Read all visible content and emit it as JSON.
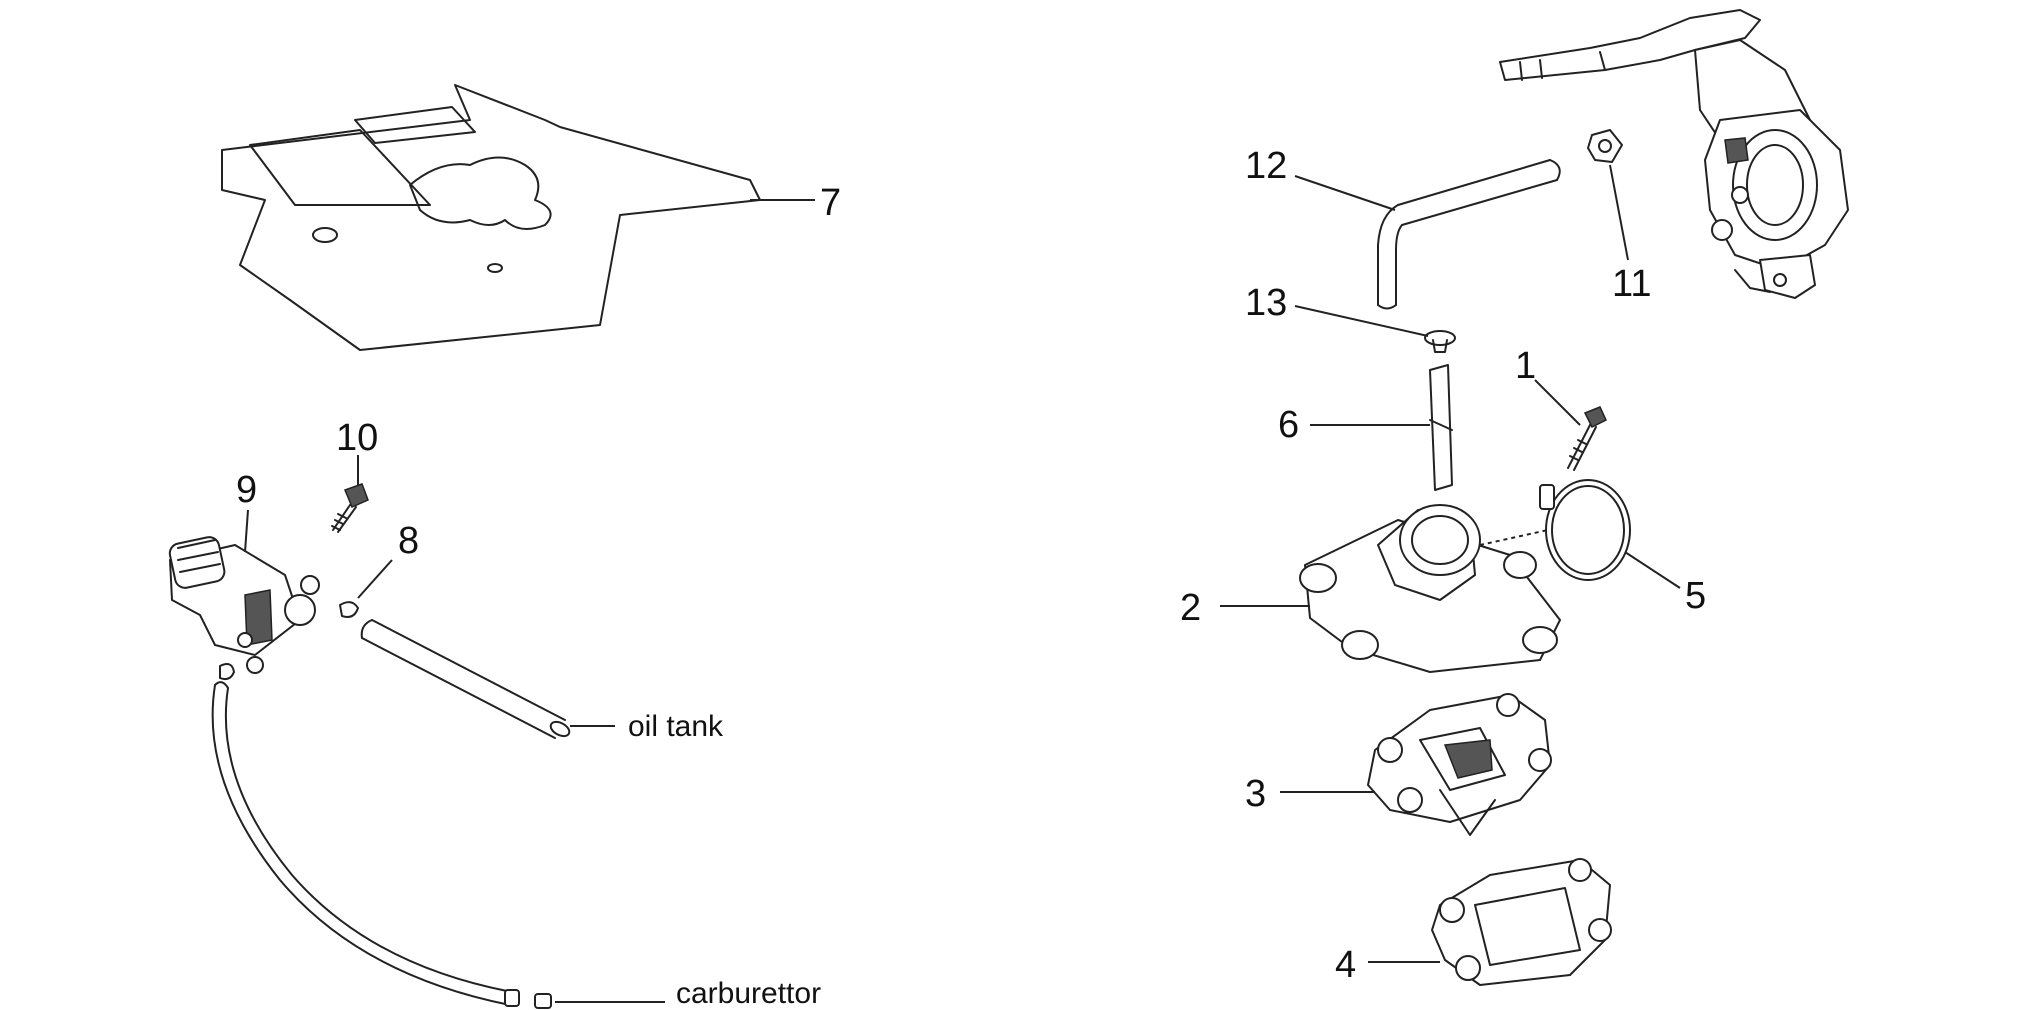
{
  "callouts": {
    "c1": "1",
    "c2": "2",
    "c3": "3",
    "c4": "4",
    "c5": "5",
    "c6": "6",
    "c7": "7",
    "c8": "8",
    "c9": "9",
    "c10": "10",
    "c11": "11",
    "c12": "12",
    "c13": "13"
  },
  "notes": {
    "oil_tank": "oil tank",
    "carburettor": "carburettor"
  }
}
